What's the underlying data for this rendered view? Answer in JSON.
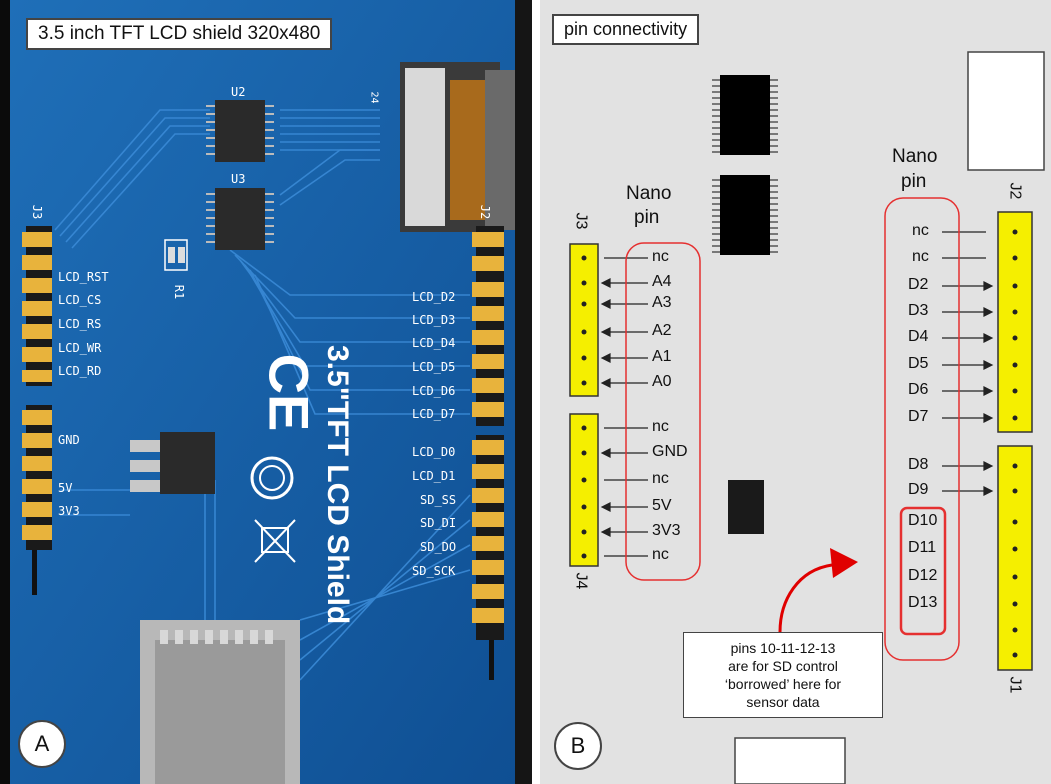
{
  "panel_a": {
    "title": "3.5 inch TFT LCD shield 320x480",
    "badge": "A",
    "board_text": {
      "u2": "U2",
      "u3": "U3",
      "r1": "R1",
      "j3": "J3",
      "j2": "J2",
      "pin24": "24",
      "brand_line1": "3.5\"TFT LCD Shield",
      "ce": "CE"
    },
    "left_labels": [
      "LCD_RST",
      "LCD_CS",
      "LCD_RS",
      "LCD_WR",
      "LCD_RD",
      "GND",
      "5V",
      "3V3"
    ],
    "right_labels": [
      "LCD_D2",
      "LCD_D3",
      "LCD_D4",
      "LCD_D5",
      "LCD_D6",
      "LCD_D7",
      "LCD_D0",
      "LCD_D1",
      "SD_SS",
      "SD_DI",
      "SD_DO",
      "SD_SCK"
    ]
  },
  "panel_b": {
    "title": "pin connectivity",
    "badge": "B",
    "nano_pin_left": [
      "Nano",
      "pin"
    ],
    "nano_pin_right": [
      "Nano",
      "pin"
    ],
    "j3": "J3",
    "j4": "J4",
    "j2": "J2",
    "j1": "J1",
    "left_pins": [
      "nc",
      "A4",
      "A3",
      "A2",
      "A1",
      "A0",
      "nc",
      "GND",
      "nc",
      "5V",
      "3V3",
      "nc"
    ],
    "right_pins": [
      "nc",
      "nc",
      "D2",
      "D3",
      "D4",
      "D5",
      "D6",
      "D7",
      "D8",
      "D9",
      "D10",
      "D11",
      "D12",
      "D13"
    ],
    "note": [
      "pins 10-11-12-13",
      "are for SD control",
      "‘borrowed’ here for",
      "sensor data"
    ],
    "colors": {
      "header": "#f5ef00",
      "highlight": "#e53030",
      "arrow": "#e00000"
    }
  }
}
